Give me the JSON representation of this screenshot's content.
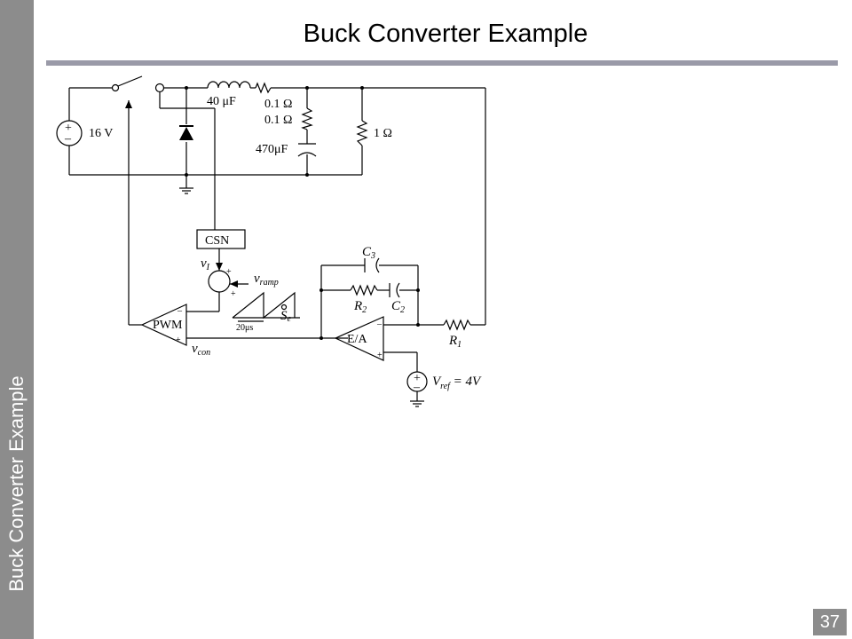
{
  "slide": {
    "title": "Buck Converter Example",
    "sidebar_title": "Buck Converter Example",
    "page_number": "37"
  },
  "diagram": {
    "source_label": "16 V",
    "inductor_label": "40 μF",
    "inductor_resistance_label": "0.1 Ω",
    "cap_resistance_label": "0.1 Ω",
    "capacitor_label": "470μF",
    "load_label": "1 Ω",
    "csn_label": "CSN",
    "pwm_label": "PWM",
    "ea_label": "E/A",
    "vi_label": "v",
    "vi_sub": "I",
    "vramp_label": "v",
    "vramp_sub": "ramp",
    "vcon_label": "v",
    "vcon_sub": "con",
    "c3_label": "C",
    "c3_sub": "3",
    "r2_label": "R",
    "r2_sub": "2",
    "c2_label": "C",
    "c2_sub": "2",
    "r1_label": "R",
    "r1_sub": "1",
    "se_label": "S",
    "se_sub": "e",
    "period_label": "20μs",
    "vref_label": "V",
    "vref_sub": "ref",
    "vref_value": " = 4V"
  }
}
